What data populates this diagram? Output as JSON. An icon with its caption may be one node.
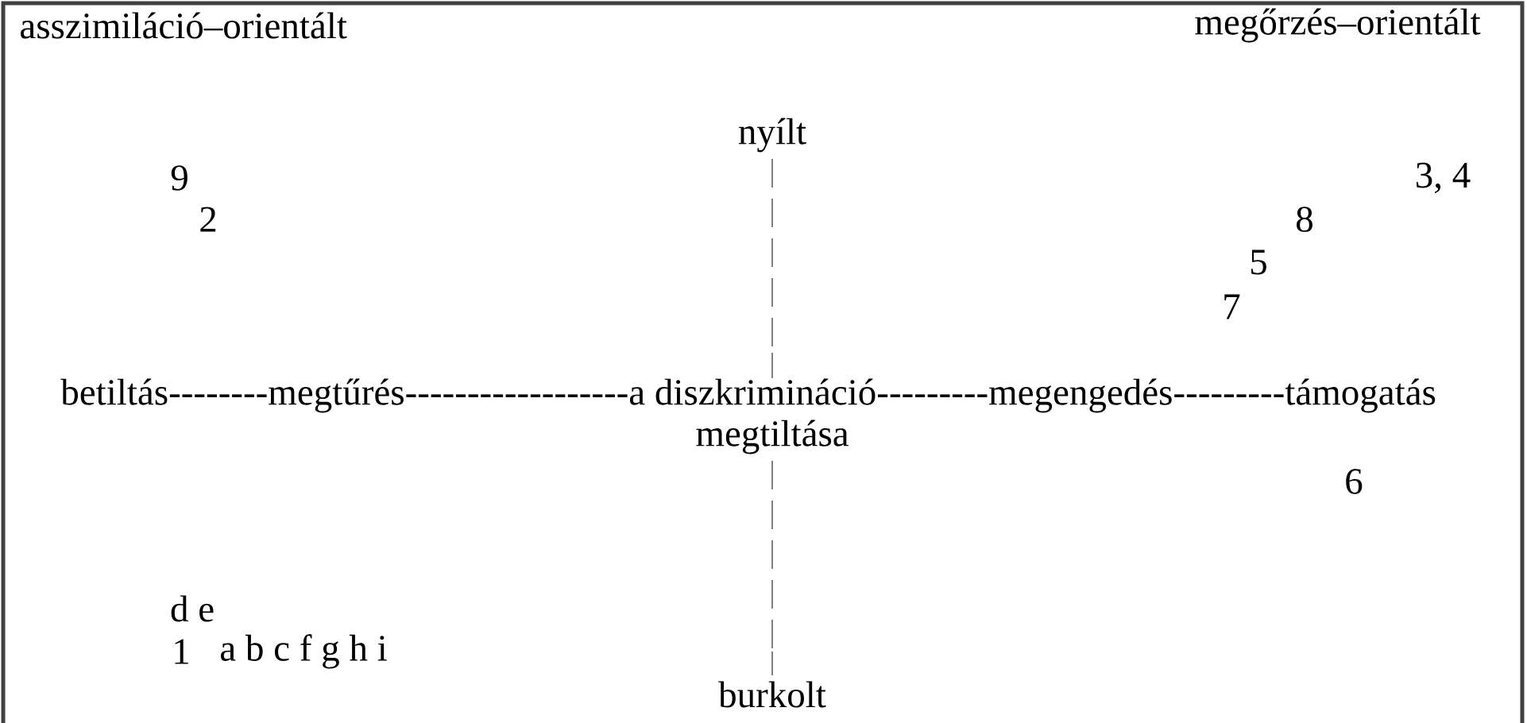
{
  "diagram": {
    "labels": [
      "asszimiláció–orientált",
      "megőrzés–orientált",
      "nyílt",
      "9",
      "3, 4",
      "2",
      "8",
      "5",
      "7",
      "betiltás--------megtűrés------------------a diszkrimináció---------megengedés---------támogatás",
      "megtiltása",
      "6",
      "d e",
      "1",
      "a b c f g h i",
      "burkolt"
    ]
  }
}
